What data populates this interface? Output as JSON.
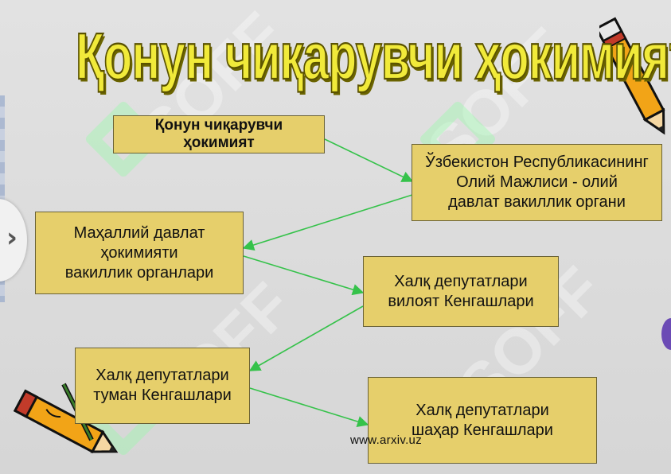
{
  "title": "Қонун чиқарувчи ҳокимият",
  "watermark": "SOFF",
  "footer_url": "www.arxiv.uz",
  "colors": {
    "box_fill": "#e6cf6b",
    "box_border": "#6a6236",
    "arrow": "#35c24a",
    "title_fill": "#f1ea3a"
  },
  "boxes": {
    "legislative_power": "Қонун чиқарувчи\nҳокимият",
    "oliy_majlis": "Ўзбекистон Республикасининг\nОлий Мажлиси - олий\nдавлат вакиллик органи",
    "local_bodies": "Маҳаллий давлат\nҳокимияти\nвакиллик органлари",
    "regional_councils": "Халқ депутатлари\nвилоят Кенгашлари",
    "district_councils": "Халқ депутатлари\nтуман Кенгашлари",
    "city_councils": "Халқ депутатлари\nшаҳар Кенгашлари"
  }
}
